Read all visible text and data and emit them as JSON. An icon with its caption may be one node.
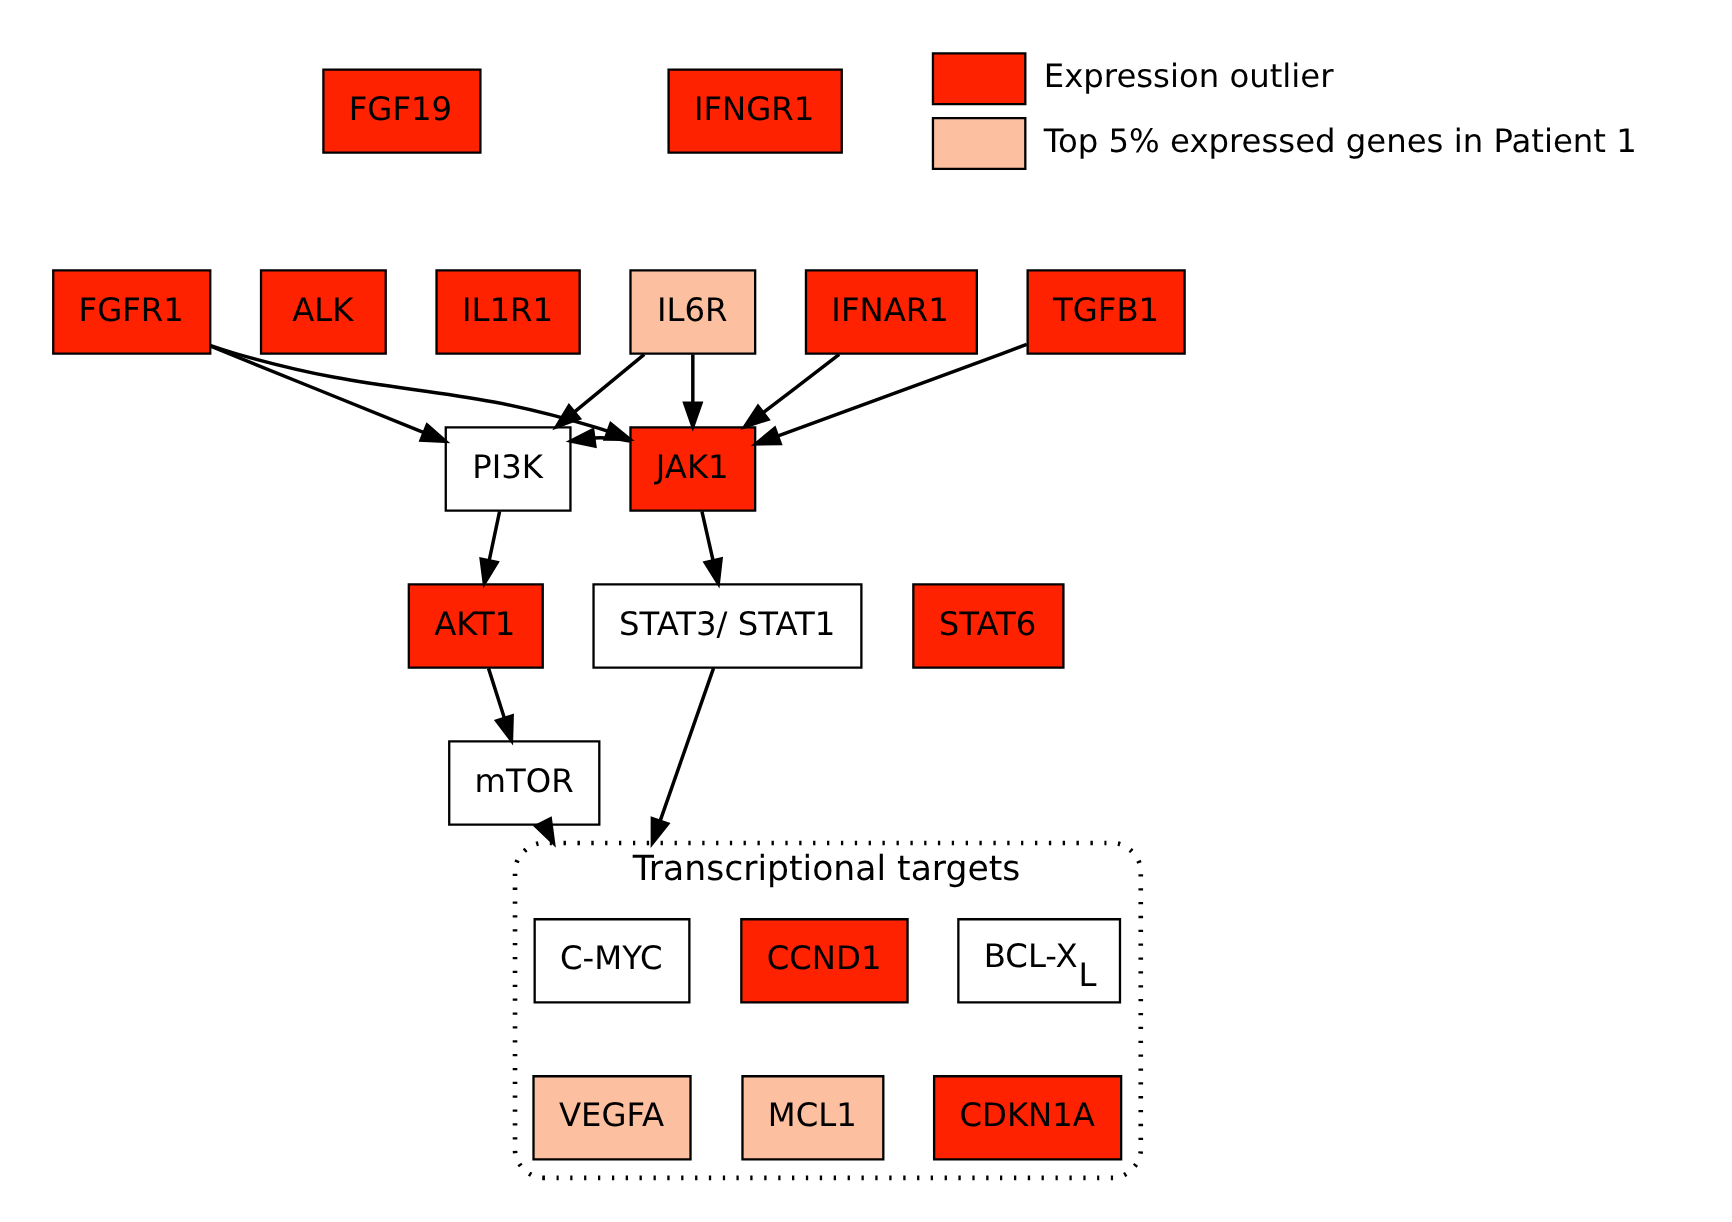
{
  "diagram": {
    "nodes": [
      {
        "text": [
          "FGF19"
        ]
      },
      {
        "text": [
          "IFNGR1"
        ]
      },
      {
        "text": [
          "FGFR1"
        ]
      },
      {
        "text": [
          "ALK"
        ]
      },
      {
        "text": [
          "IL1R1"
        ]
      },
      {
        "text": [
          "IL6R"
        ]
      },
      {
        "text": [
          "IFNAR1"
        ]
      },
      {
        "text": [
          "TGFB1"
        ]
      },
      {
        "text": [
          "JAK1"
        ]
      },
      {
        "text": [
          "PI3K"
        ]
      },
      {
        "text": [
          "STAT3/ STAT1"
        ]
      },
      {
        "text": [
          "STAT6"
        ]
      },
      {
        "text": [
          "AKT1"
        ]
      },
      {
        "text": [
          "mTOR"
        ]
      },
      {
        "text": [
          "Transcriptional targets"
        ]
      },
      {
        "text": [
          "C-MYC"
        ],
        "in": 14
      },
      {
        "text": [
          "CCND1"
        ],
        "in": 14
      },
      {
        "text": [
          "BCL-X$_{L}$"
        ],
        "in": 14
      },
      {
        "text": [
          "VEGFA"
        ],
        "in": 14
      },
      {
        "text": [
          "MCL1"
        ],
        "in": 14
      },
      {
        "text": [
          "CDKN1A"
        ],
        "in": 14
      }
    ],
    "edges": [
      {
        "from": 2,
        "to": 9,
        "arrow": "to"
      },
      {
        "from": 2,
        "to": 8,
        "arrow": "to"
      },
      {
        "from": 5,
        "to": 9,
        "arrow": "to"
      },
      {
        "from": 5,
        "to": 8,
        "arrow": "to"
      },
      {
        "from": 6,
        "to": 8,
        "arrow": "to"
      },
      {
        "from": 7,
        "to": 8,
        "arrow": "to"
      },
      {
        "from": 8,
        "to": 9,
        "arrow": "to"
      },
      {
        "from": 8,
        "to": 10,
        "arrow": "to"
      },
      {
        "from": 9,
        "to": 12,
        "arrow": "to"
      },
      {
        "from": 12,
        "to": 13,
        "arrow": "to"
      },
      {
        "from": 13,
        "to": 14,
        "arrow": "to"
      },
      {
        "from": 10,
        "to": 14,
        "arrow": "to"
      }
    ],
    "legend": [
      {
        "text": "Expression outlier",
        "color": "#ff2200"
      },
      {
        "text": "Top 5% expressed genes in Patient 1",
        "color": "#fcbfa0"
      }
    ]
  }
}
